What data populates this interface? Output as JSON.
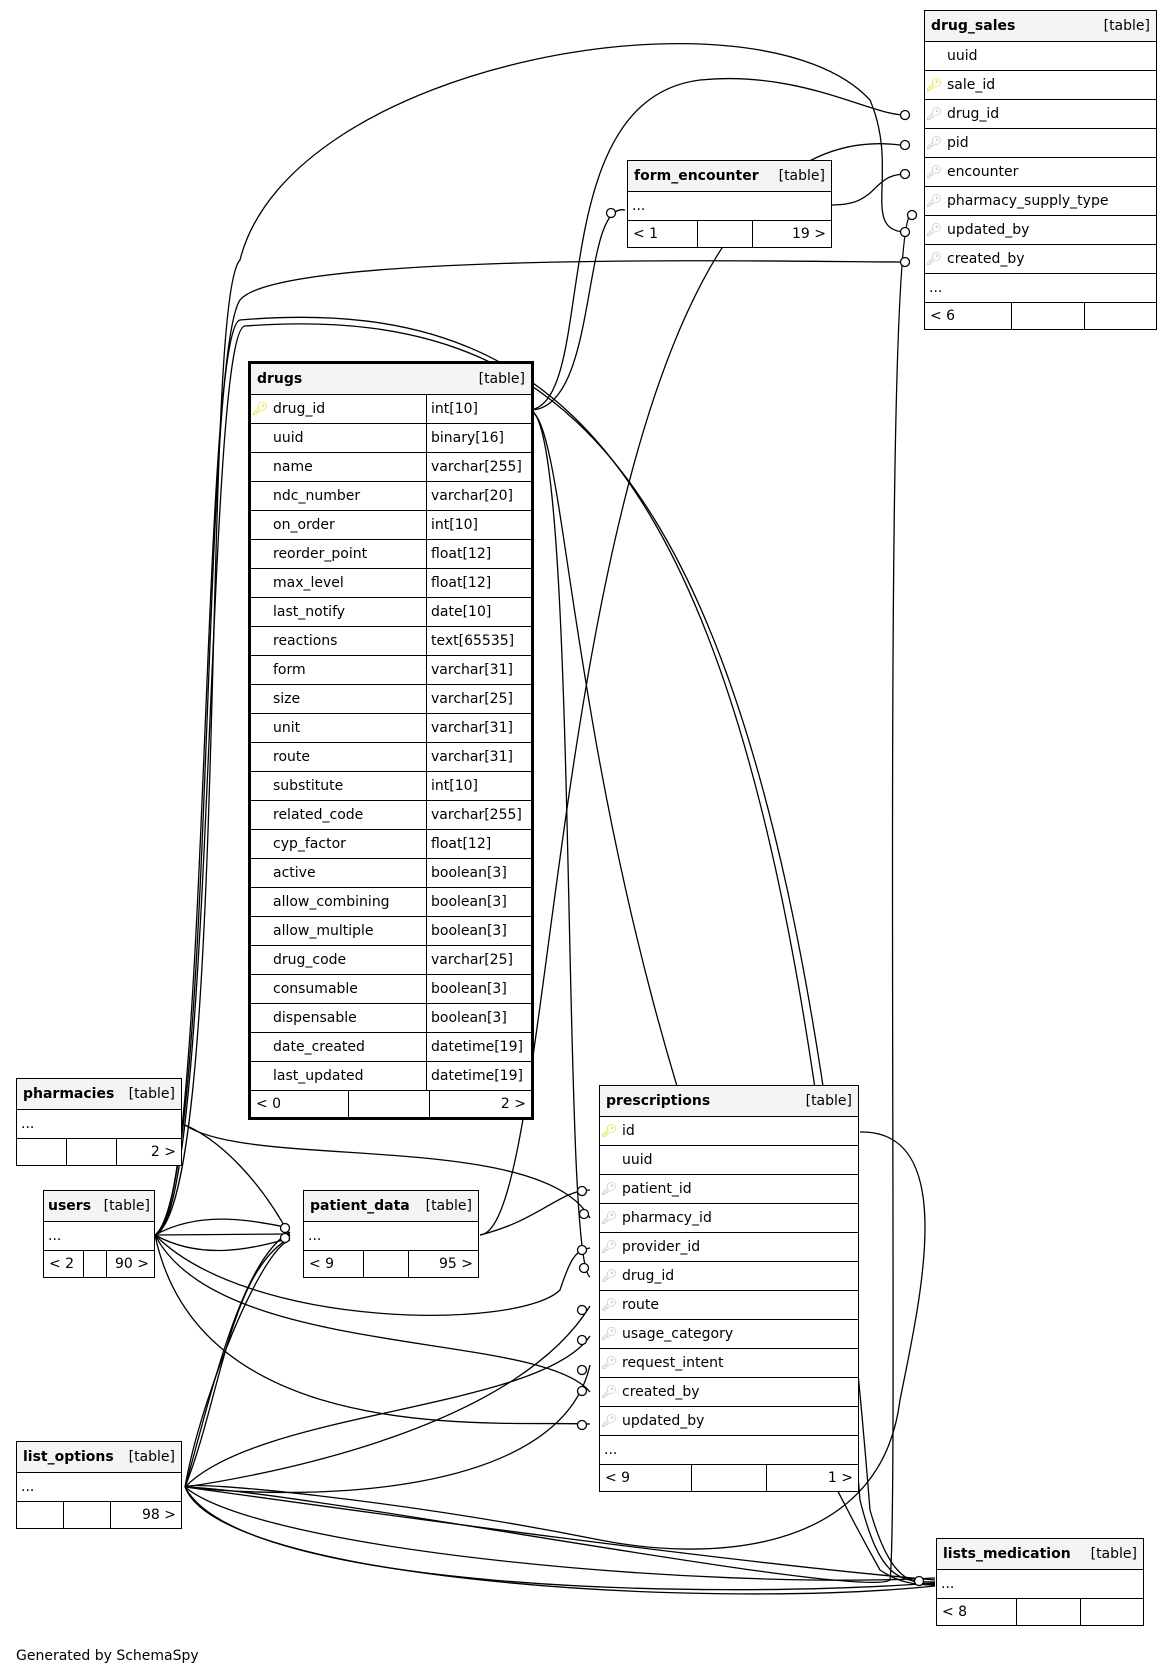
{
  "footer": "Generated by SchemaSpy",
  "kind_label": "[table]",
  "ellipsis": "...",
  "tables": {
    "drug_sales": {
      "name": "drug_sales",
      "columns": [
        {
          "key": "",
          "name": "uuid"
        },
        {
          "key": "pk",
          "name": "sale_id"
        },
        {
          "key": "fk",
          "name": "drug_id"
        },
        {
          "key": "fk",
          "name": "pid"
        },
        {
          "key": "fk",
          "name": "encounter"
        },
        {
          "key": "fk",
          "name": "pharmacy_supply_type"
        },
        {
          "key": "fk",
          "name": "updated_by"
        },
        {
          "key": "fk",
          "name": "created_by"
        }
      ],
      "footer": [
        "< 6",
        "",
        ""
      ]
    },
    "form_encounter": {
      "name": "form_encounter",
      "footer": [
        "< 1",
        "",
        "19 >"
      ]
    },
    "drugs": {
      "name": "drugs",
      "columns": [
        {
          "key": "pk",
          "name": "drug_id",
          "type": "int[10]"
        },
        {
          "key": "",
          "name": "uuid",
          "type": "binary[16]"
        },
        {
          "key": "",
          "name": "name",
          "type": "varchar[255]"
        },
        {
          "key": "",
          "name": "ndc_number",
          "type": "varchar[20]"
        },
        {
          "key": "",
          "name": "on_order",
          "type": "int[10]"
        },
        {
          "key": "",
          "name": "reorder_point",
          "type": "float[12]"
        },
        {
          "key": "",
          "name": "max_level",
          "type": "float[12]"
        },
        {
          "key": "",
          "name": "last_notify",
          "type": "date[10]"
        },
        {
          "key": "",
          "name": "reactions",
          "type": "text[65535]"
        },
        {
          "key": "",
          "name": "form",
          "type": "varchar[31]"
        },
        {
          "key": "",
          "name": "size",
          "type": "varchar[25]"
        },
        {
          "key": "",
          "name": "unit",
          "type": "varchar[31]"
        },
        {
          "key": "",
          "name": "route",
          "type": "varchar[31]"
        },
        {
          "key": "",
          "name": "substitute",
          "type": "int[10]"
        },
        {
          "key": "",
          "name": "related_code",
          "type": "varchar[255]"
        },
        {
          "key": "",
          "name": "cyp_factor",
          "type": "float[12]"
        },
        {
          "key": "",
          "name": "active",
          "type": "boolean[3]"
        },
        {
          "key": "",
          "name": "allow_combining",
          "type": "boolean[3]"
        },
        {
          "key": "",
          "name": "allow_multiple",
          "type": "boolean[3]"
        },
        {
          "key": "",
          "name": "drug_code",
          "type": "varchar[25]"
        },
        {
          "key": "",
          "name": "consumable",
          "type": "boolean[3]"
        },
        {
          "key": "",
          "name": "dispensable",
          "type": "boolean[3]"
        },
        {
          "key": "",
          "name": "date_created",
          "type": "datetime[19]"
        },
        {
          "key": "",
          "name": "last_updated",
          "type": "datetime[19]"
        }
      ],
      "footer": [
        "< 0",
        "",
        "2 >"
      ]
    },
    "pharmacies": {
      "name": "pharmacies",
      "footer": [
        "",
        "",
        "2 >"
      ]
    },
    "users": {
      "name": "users",
      "footer": [
        "< 2",
        "",
        "90 >"
      ]
    },
    "patient_data": {
      "name": "patient_data",
      "footer": [
        "< 9",
        "",
        "95 >"
      ]
    },
    "prescriptions": {
      "name": "prescriptions",
      "columns": [
        {
          "key": "pk",
          "name": "id"
        },
        {
          "key": "",
          "name": "uuid"
        },
        {
          "key": "fk",
          "name": "patient_id"
        },
        {
          "key": "fk",
          "name": "pharmacy_id"
        },
        {
          "key": "fk",
          "name": "provider_id"
        },
        {
          "key": "fk",
          "name": "drug_id"
        },
        {
          "key": "fk",
          "name": "route"
        },
        {
          "key": "fk",
          "name": "usage_category"
        },
        {
          "key": "fk",
          "name": "request_intent"
        },
        {
          "key": "fk",
          "name": "created_by"
        },
        {
          "key": "fk",
          "name": "updated_by"
        }
      ],
      "footer": [
        "< 9",
        "",
        "1 >"
      ]
    },
    "list_options": {
      "name": "list_options",
      "footer": [
        "",
        "",
        "98 >"
      ]
    },
    "lists_medication": {
      "name": "lists_medication",
      "footer": [
        "< 8",
        "",
        ""
      ]
    }
  }
}
